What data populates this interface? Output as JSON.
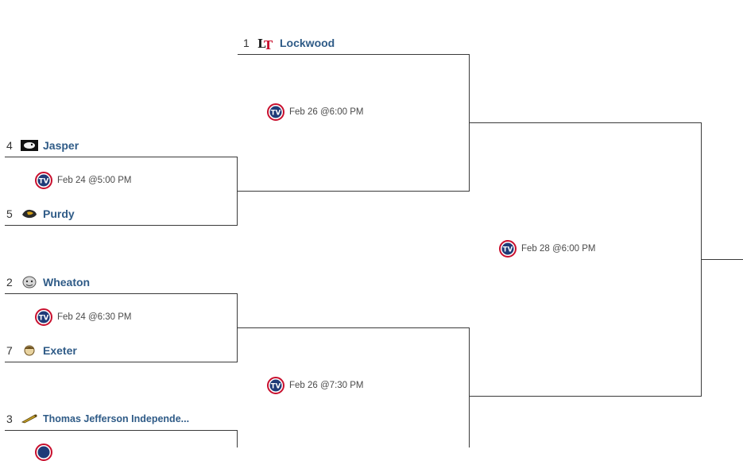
{
  "teams": {
    "lockwood": {
      "seed": "1",
      "name": "Lockwood"
    },
    "jasper": {
      "seed": "4",
      "name": "Jasper"
    },
    "purdy": {
      "seed": "5",
      "name": "Purdy"
    },
    "wheaton": {
      "seed": "2",
      "name": "Wheaton"
    },
    "exeter": {
      "seed": "7",
      "name": "Exeter"
    },
    "tji": {
      "seed": "3",
      "name": "Thomas Jefferson Independe..."
    }
  },
  "games": {
    "g1": "Feb 24 @5:00 PM",
    "g2": "Feb 24 @6:30 PM",
    "g3": "Feb 26 @6:00 PM",
    "g4": "Feb 26 @7:30 PM",
    "g5": "Feb 28 @6:00 PM"
  },
  "colors": {
    "team_link": "#2f5b87",
    "tv_red": "#c8102e",
    "tv_blue": "#1f3b78"
  }
}
